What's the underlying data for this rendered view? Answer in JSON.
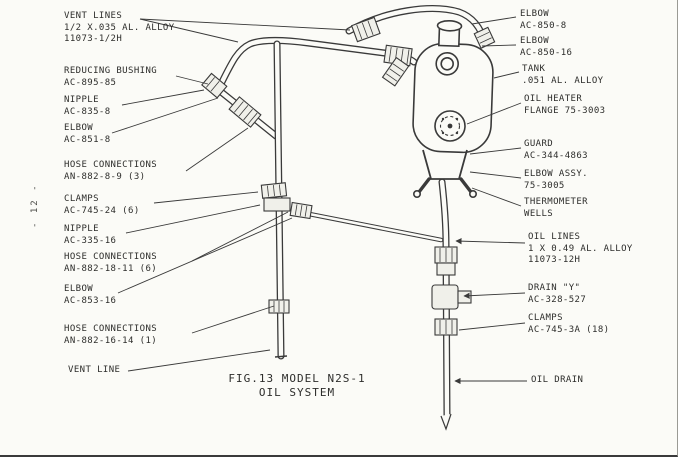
{
  "meta": {
    "page_number": "- 12 -"
  },
  "caption": {
    "line1": "FIG.13 MODEL N2S-1",
    "line2": "OIL SYSTEM"
  },
  "labels": {
    "left": [
      {
        "lines": [
          "VENT LINES",
          "1/2 X.035 AL. ALLOY",
          "11073-1/2H"
        ]
      },
      {
        "lines": [
          "REDUCING BUSHING",
          "AC-895-85"
        ]
      },
      {
        "lines": [
          "NIPPLE",
          "AC-835-8"
        ]
      },
      {
        "lines": [
          "ELBOW",
          "AC-851-8"
        ]
      },
      {
        "lines": [
          "HOSE CONNECTIONS",
          "AN-882-8-9 (3)"
        ]
      },
      {
        "lines": [
          "CLAMPS",
          "AC-745-24 (6)"
        ]
      },
      {
        "lines": [
          "NIPPLE",
          "AC-335-16"
        ]
      },
      {
        "lines": [
          "HOSE CONNECTIONS",
          "AN-882-18-11 (6)"
        ]
      },
      {
        "lines": [
          "ELBOW",
          "AC-853-16"
        ]
      },
      {
        "lines": [
          "HOSE CONNECTIONS",
          "AN-882-16-14 (1)"
        ]
      },
      {
        "lines": [
          "VENT LINE"
        ]
      }
    ],
    "right": [
      {
        "lines": [
          "ELBOW",
          "AC-850-8"
        ]
      },
      {
        "lines": [
          "ELBOW",
          "AC-850-16"
        ]
      },
      {
        "lines": [
          "TANK",
          ".051 AL. ALLOY"
        ]
      },
      {
        "lines": [
          "OIL HEATER",
          "FLANGE 75-3003"
        ]
      },
      {
        "lines": [
          "GUARD",
          "AC-344-4863"
        ]
      },
      {
        "lines": [
          "ELBOW ASSY.",
          "75-3005"
        ]
      },
      {
        "lines": [
          "THERMOMETER",
          "WELLS"
        ]
      },
      {
        "lines": [
          "OIL LINES",
          "1 X 0.49 AL. ALLOY",
          "11073-12H"
        ]
      },
      {
        "lines": [
          "DRAIN \"Y\"",
          "AC-328-527"
        ]
      },
      {
        "lines": [
          "CLAMPS",
          "AC-745-3A (18)"
        ]
      },
      {
        "lines": [
          "OIL DRAIN"
        ]
      }
    ]
  }
}
